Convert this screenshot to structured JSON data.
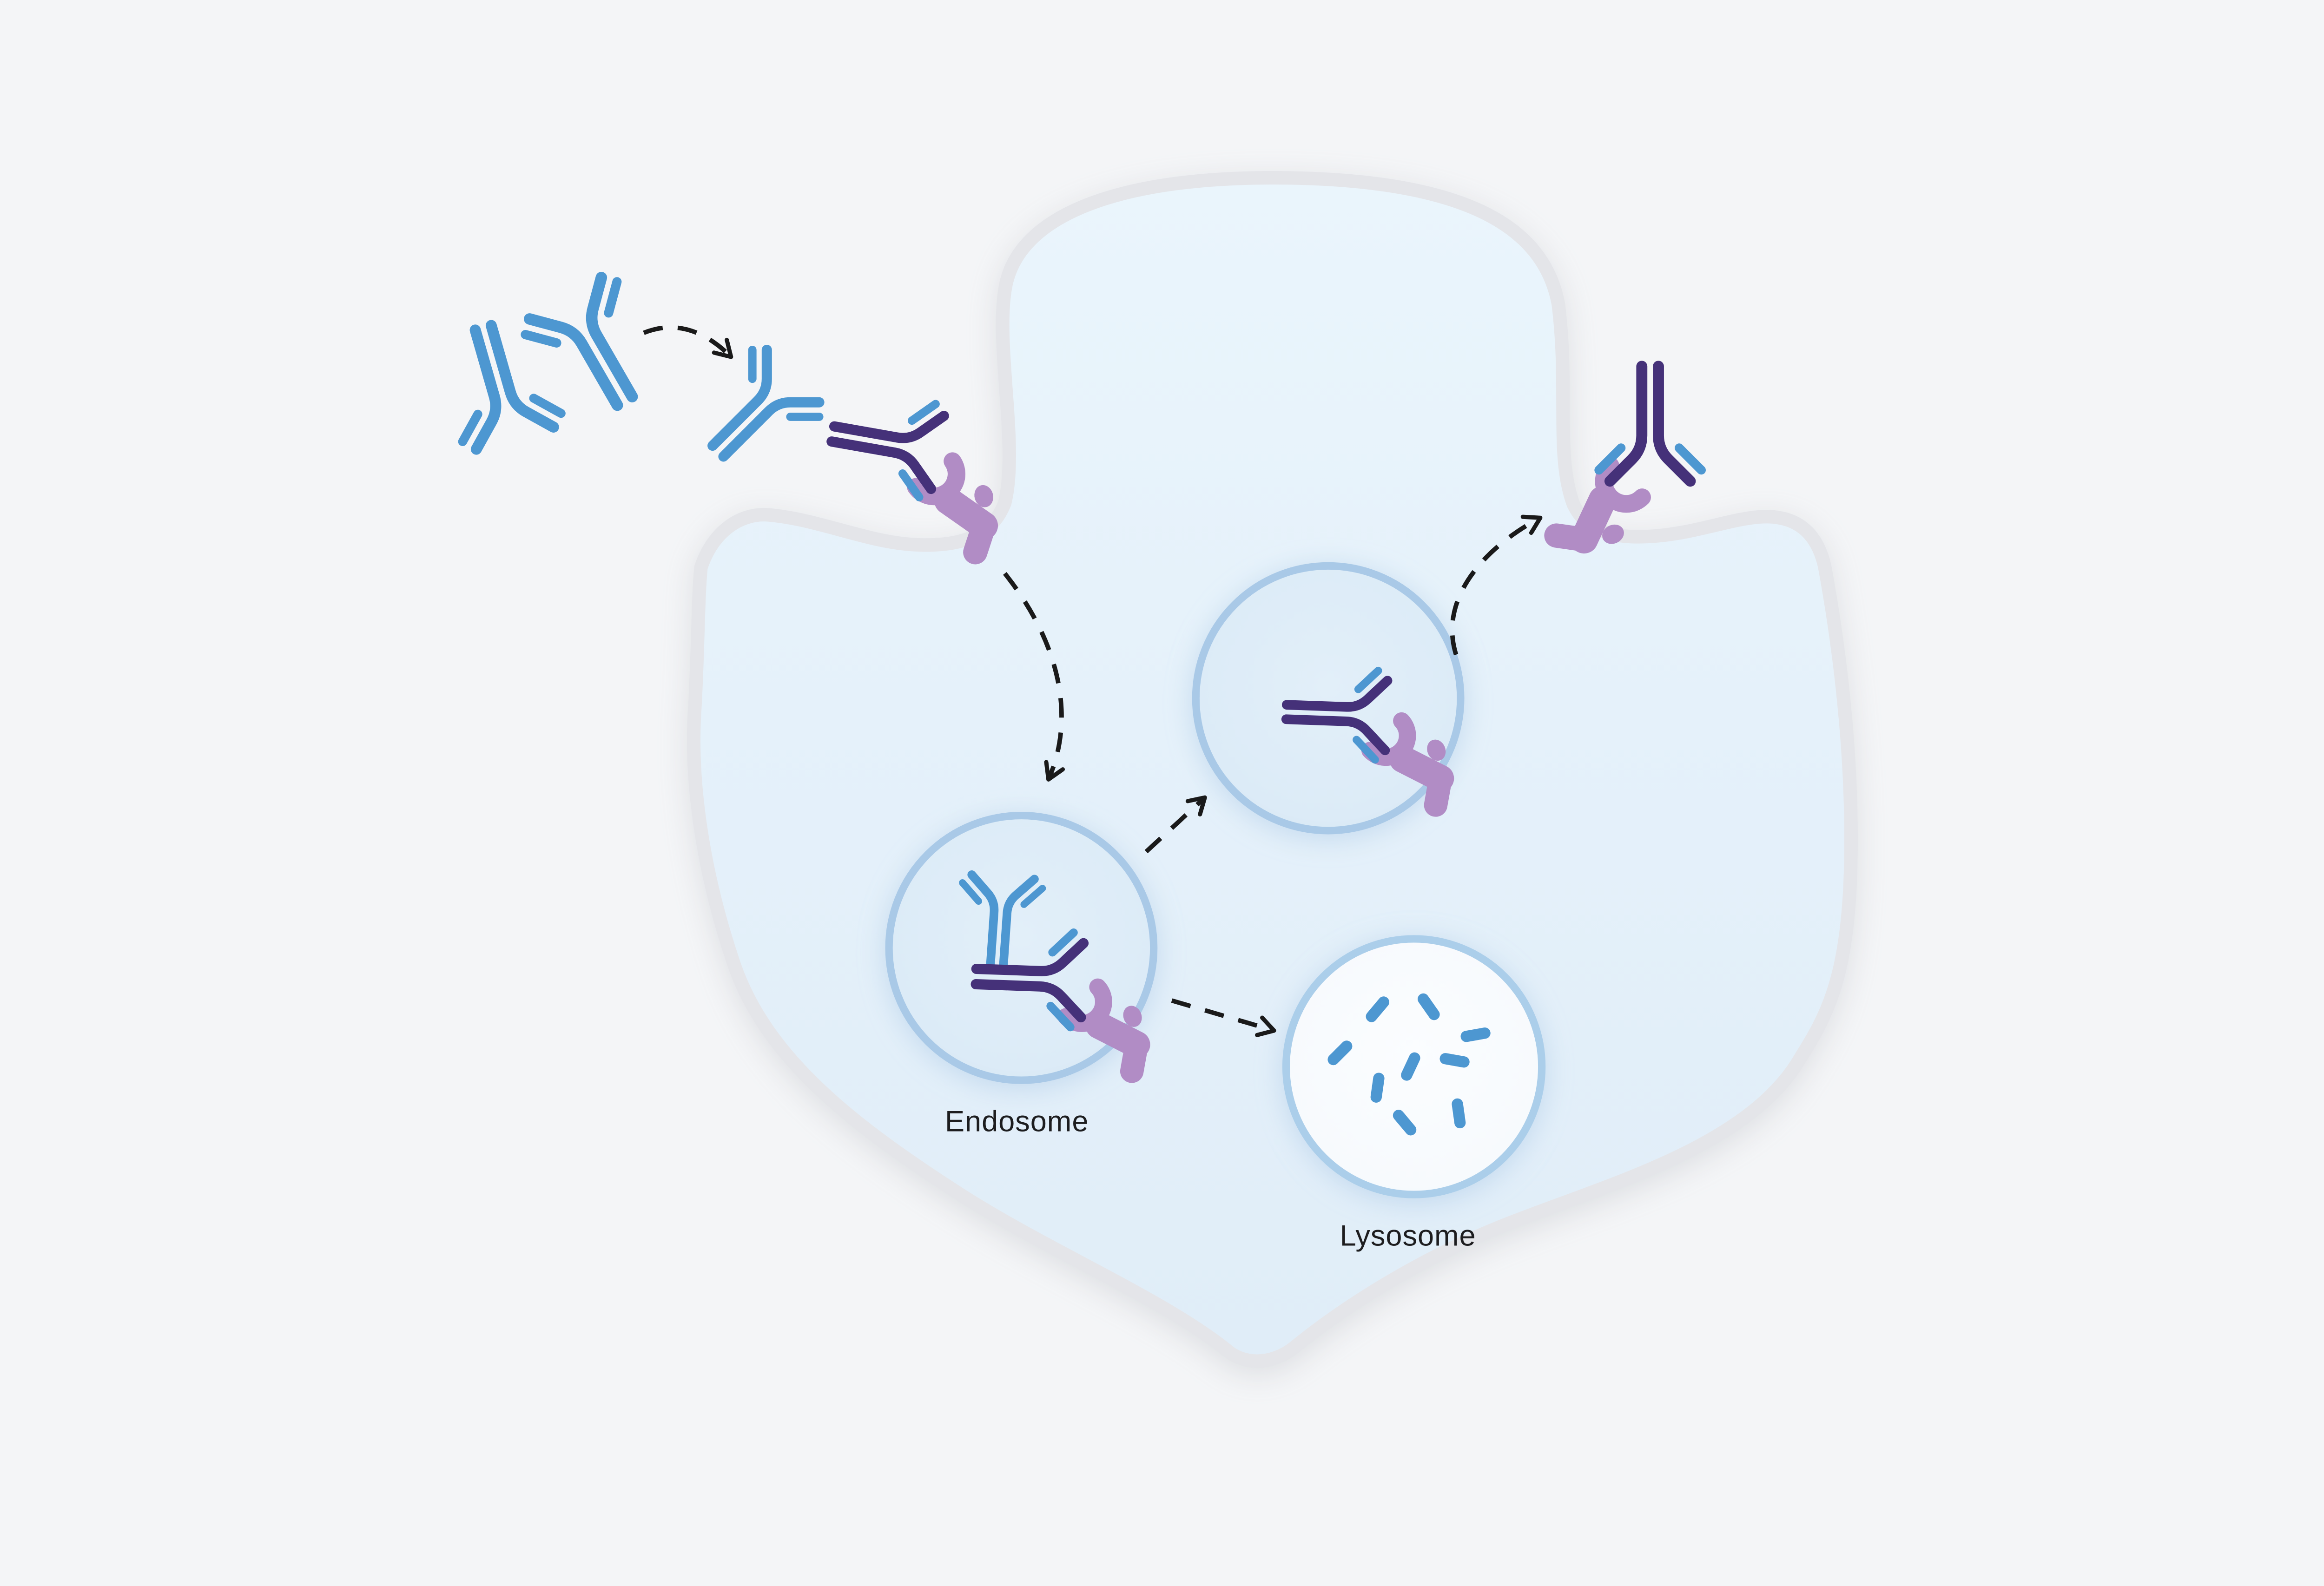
{
  "figure": {
    "subject": "Cell diagram of FcRn receptor-mediated antibody recycling: antibodies bind FcRn at the cell membrane, are internalized into the endosome, then either recycled back to the surface for release or degraded in the lysosome",
    "labels": {
      "endosome": "Endosome",
      "lysosome": "Lysosome"
    },
    "icons": [
      {
        "name": "antibody-icon",
        "count": 8,
        "description": "Y-shaped IgG antibody glyphs (blue = free antibody, dark purple with blue light chains = receptor-bound antibody)"
      },
      {
        "name": "fcrn-receptor-icon",
        "count": 4,
        "description": "lavender receptor blob with small subunit ball"
      },
      {
        "name": "dashed-arrow-icon",
        "count": 5,
        "description": "black dashed pathway arrows"
      },
      {
        "name": "antibody-fragment-icon",
        "count": 9,
        "description": "small blue fragments of degraded antibody inside lysosome"
      }
    ],
    "colors": {
      "bg": "#f4f5f7",
      "cell-fill": "#e5f1fa",
      "membrane": "#e4e5e9",
      "vesicle-fill": "#dcebf7",
      "vesicle-rim": "#a9c9e7",
      "lysosome-fill": "#f8fafd",
      "lysosome-rim": "#abceea",
      "antibody-blue": "#4d97d1",
      "antibody-purple": "#453179",
      "receptor": "#b18cc5",
      "arrow": "#1a1a1a",
      "label": "#1d1d1f"
    }
  }
}
